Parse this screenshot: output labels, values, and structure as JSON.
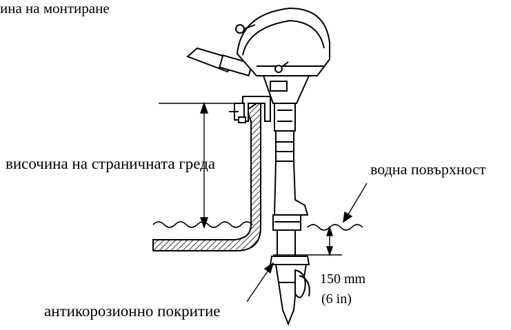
{
  "labels": {
    "mounting_height": "ина на монтиране",
    "transom_height": "височина на страничната греда",
    "water_surface": "водна повърхност",
    "depth_mm": "150 mm",
    "depth_in": "(6 in)",
    "antifouling": "антикорозионно покритие"
  },
  "colors": {
    "ink": "#000000",
    "background": "#ffffff"
  }
}
